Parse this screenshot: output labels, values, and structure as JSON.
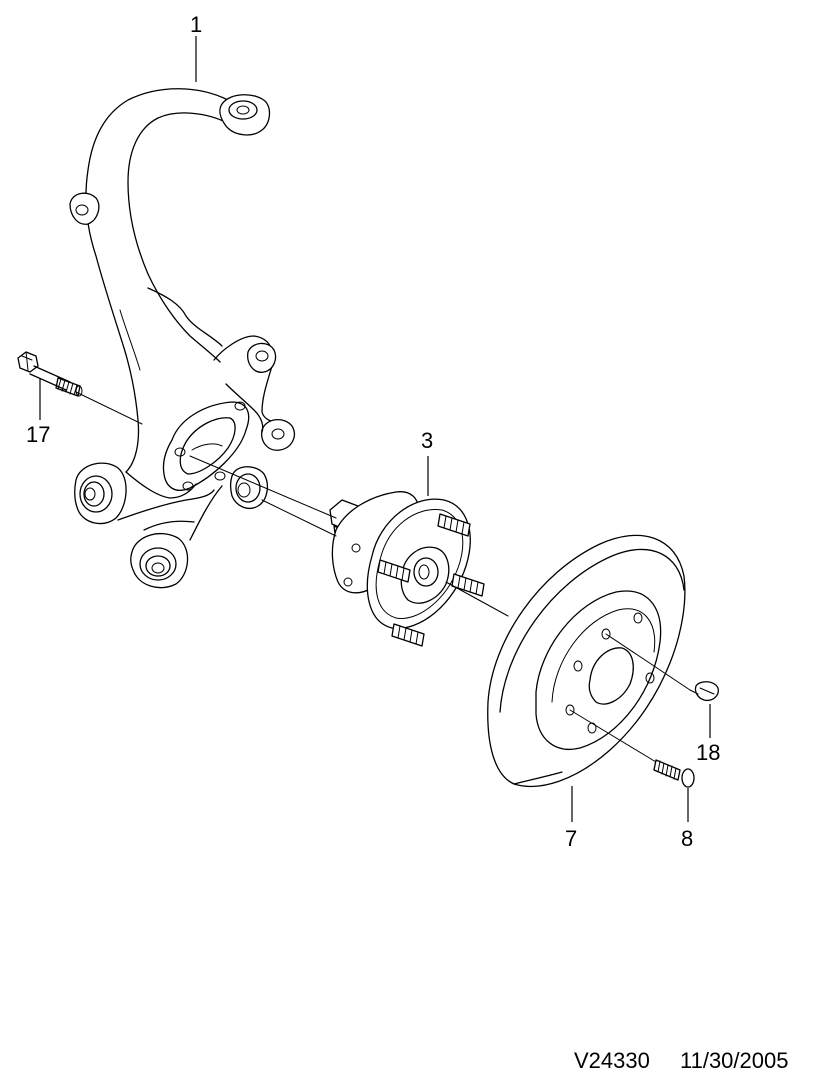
{
  "callouts": {
    "part_1": "1",
    "part_3": "3",
    "part_7": "7",
    "part_8": "8",
    "part_17": "17",
    "part_18": "18"
  },
  "footer": {
    "drawing_id": "V24330",
    "date": "11/30/2005"
  }
}
